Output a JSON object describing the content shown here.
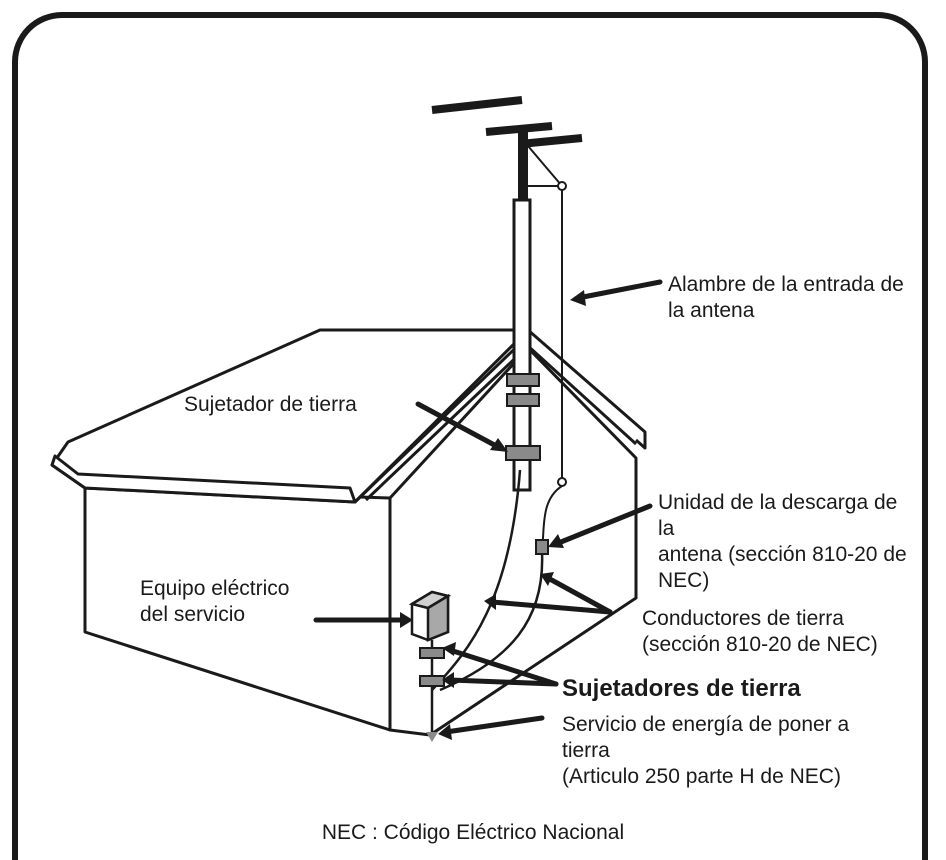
{
  "labels": {
    "antenna_lead_wire": "Alambre de la entrada de la antena",
    "ground_clamp": "Sujetador de tierra",
    "discharge_unit_l1": "Unidad de la descarga de",
    "discharge_unit_l2": "la",
    "discharge_unit_l3": "antena (sección 810-20 de",
    "discharge_unit_l4": "NEC)",
    "service_equipment_l1": "Equipo eléctrico",
    "service_equipment_l2": "del servicio",
    "grounding_conductors_l1": "Conductores de tierra",
    "grounding_conductors_l2": "(sección 810-20 de NEC)",
    "ground_clamps": "Sujetadores de tierra",
    "power_grounding_l1": "Servicio de energía de poner a",
    "power_grounding_l2": "tierra",
    "power_grounding_l3": "(Articulo 250 parte H de NEC)",
    "footer": "NEC : Código Eléctrico Nacional"
  },
  "colors": {
    "ink": "#1a1a1a",
    "clamp_fill": "#8a8a8a"
  }
}
